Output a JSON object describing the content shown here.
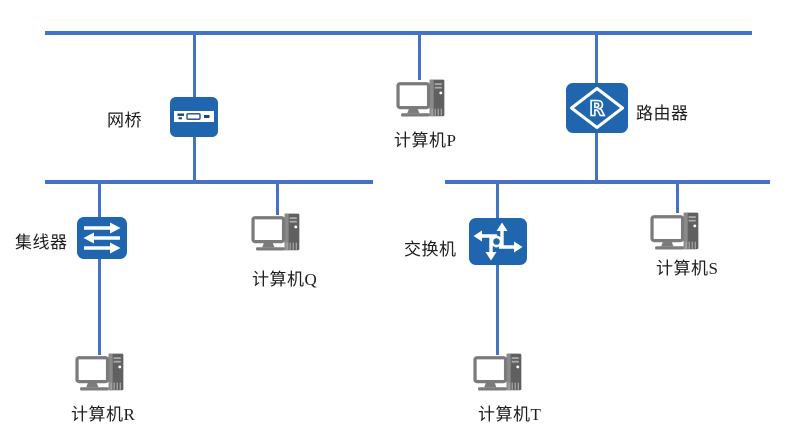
{
  "diagram": {
    "type": "network-topology",
    "colors": {
      "line": "#4472C4",
      "device": "#2066AE",
      "device_dark": "#17497E",
      "pc_frame": "#7B7B7B",
      "pc_tower": "#606060",
      "pc_mid": "#8A8A8A",
      "pc_light": "#A9A9A9",
      "label": "#1C1C1C",
      "background": "#FFFFFF"
    },
    "nodes": {
      "bridge": {
        "label": "网桥",
        "icon": "bridge-device-icon"
      },
      "router": {
        "label": "路由器",
        "icon": "router-device-icon",
        "letter": "R"
      },
      "hub": {
        "label": "集线器",
        "icon": "hub-device-icon"
      },
      "switch": {
        "label": "交换机",
        "icon": "switch-device-icon"
      },
      "pc_p": {
        "label": "计算机P",
        "icon": "computer-icon"
      },
      "pc_q": {
        "label": "计算机Q",
        "icon": "computer-icon"
      },
      "pc_r": {
        "label": "计算机R",
        "icon": "computer-icon"
      },
      "pc_s": {
        "label": "计算机S",
        "icon": "computer-icon"
      },
      "pc_t": {
        "label": "计算机T",
        "icon": "computer-icon"
      }
    }
  }
}
